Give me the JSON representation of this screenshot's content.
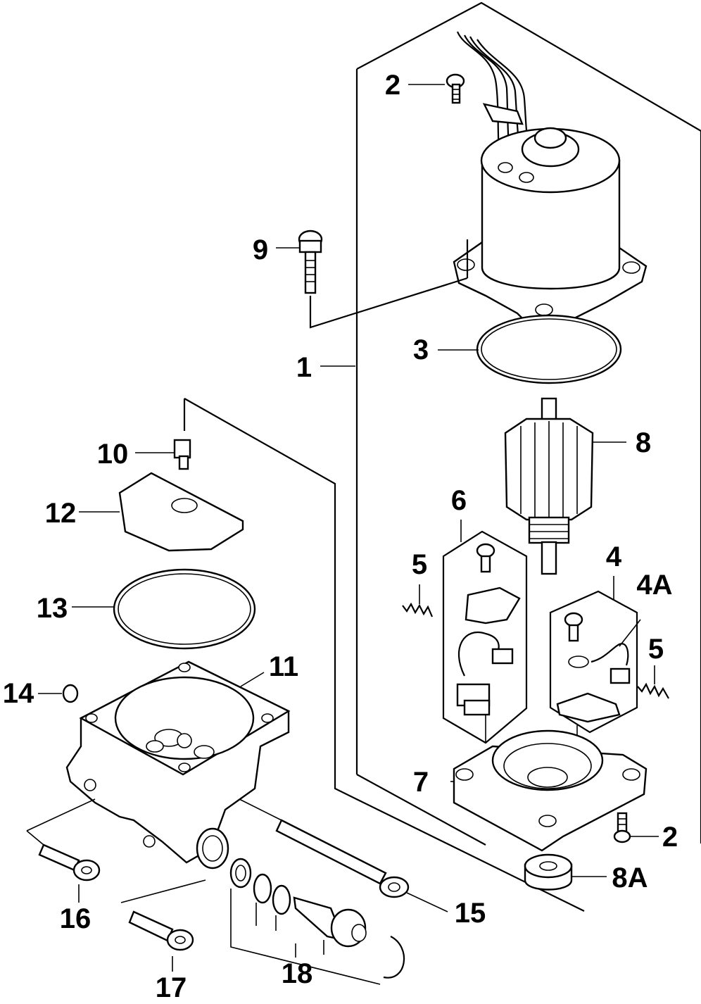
{
  "callouts": {
    "c1": "1",
    "c2_top": "2",
    "c2_bottom": "2",
    "c3": "3",
    "c4": "4",
    "c4a": "4A",
    "c5_left": "5",
    "c5_right": "5",
    "c6": "6",
    "c7": "7",
    "c8": "8",
    "c8a": "8A",
    "c9": "9",
    "c10": "10",
    "c11": "11",
    "c12": "12",
    "c13": "13",
    "c14": "14",
    "c15": "15",
    "c16": "16",
    "c17": "17",
    "c18": "18"
  }
}
